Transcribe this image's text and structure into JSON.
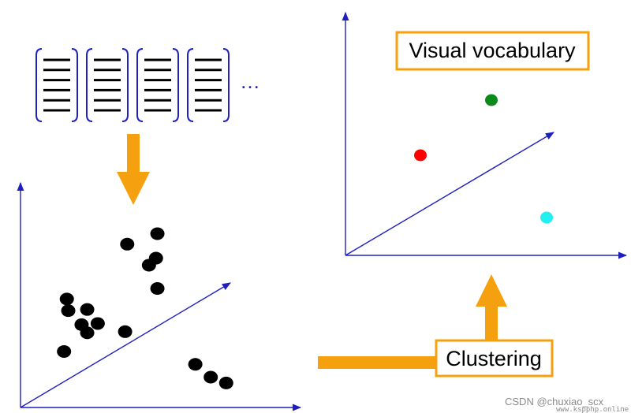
{
  "labels": {
    "visual_vocabulary": "Visual vocabulary",
    "clustering": "Clustering",
    "ellipsis": "…"
  },
  "watermark": {
    "line1": "CSDN @chuxiao_scx",
    "line2": "www.kspphp.online"
  },
  "colors": {
    "axis": "#1f1fbf",
    "arrow": "#f5a00f",
    "box_border": "#f5a00f",
    "point": "#000000",
    "word_red": "#ff0000",
    "word_green": "#0a8a1a",
    "word_cyan": "#21f0f0"
  },
  "documents": {
    "count": 4,
    "lines_per_document": 6
  },
  "features": {
    "points": [
      [
        0.62,
        0.48
      ],
      [
        0.95,
        0.84
      ],
      [
        0.66,
        0.93
      ],
      [
        0.87,
        0.71
      ],
      [
        0.68,
        0.83
      ],
      [
        0.95,
        0.64
      ],
      [
        1.1,
        0.72
      ],
      [
        1.52,
        1.4
      ],
      [
        1.95,
        1.49
      ],
      [
        1.93,
        1.28
      ],
      [
        1.83,
        1.22
      ],
      [
        1.95,
        1.02
      ],
      [
        1.49,
        0.65
      ],
      [
        2.49,
        0.37
      ],
      [
        2.71,
        0.26
      ],
      [
        2.93,
        0.21
      ]
    ]
  },
  "vocabulary": {
    "words": [
      {
        "x": 0.95,
        "y": 1.27,
        "color": "red"
      },
      {
        "x": 1.85,
        "y": 1.97,
        "color": "green"
      },
      {
        "x": 2.55,
        "y": 0.48,
        "color": "cyan"
      }
    ]
  }
}
